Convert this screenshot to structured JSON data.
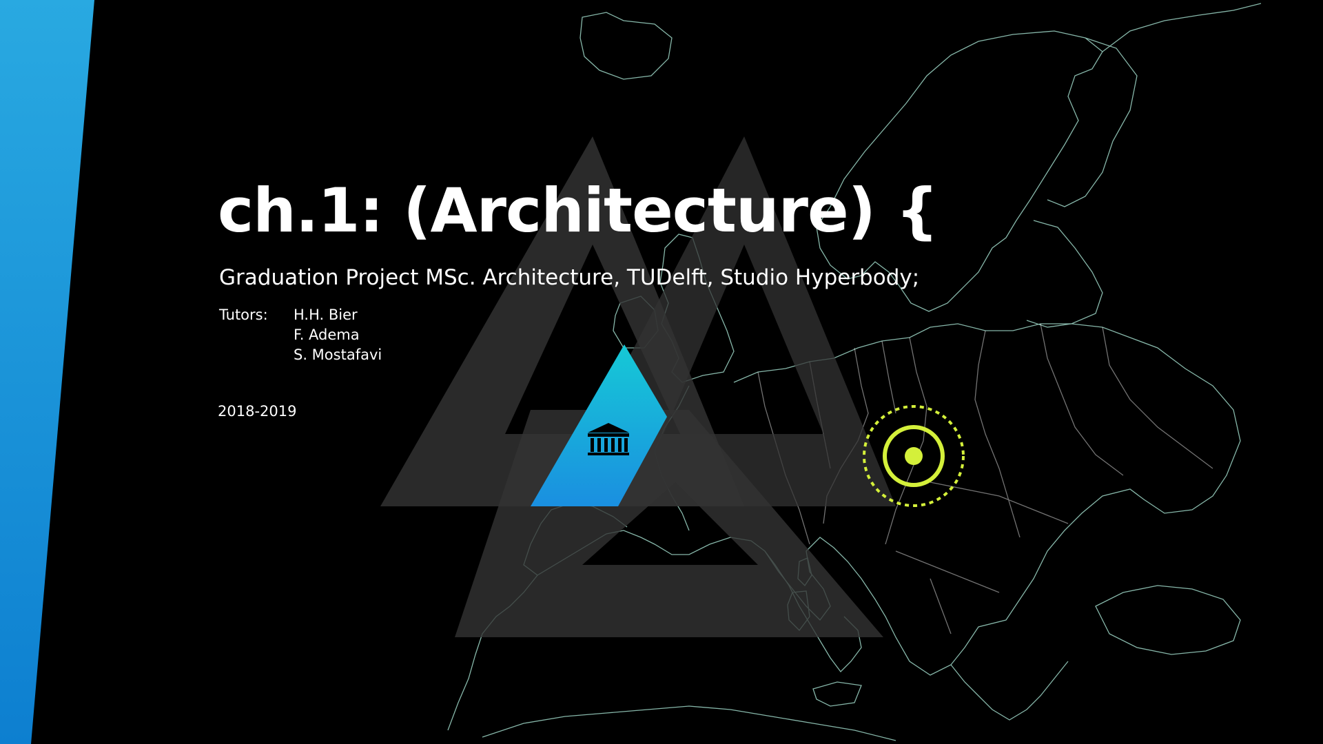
{
  "slide": {
    "title": "ch.1: (Architecture) {",
    "subtitle": "Graduation Project MSc. Architecture, TUDelft, Studio Hyperbody;",
    "tutors_label": "Tutors:",
    "tutors": [
      "H.H. Bier",
      "F. Adema",
      "S. Mostafavi"
    ],
    "year": "2018-2019"
  },
  "graphics": {
    "background_map": "europe-map-outline",
    "logo": "triangle-knot-logo",
    "institution_icon": "classical-building-icon",
    "location_marker": "target-marker-icon"
  },
  "colors": {
    "background": "#000000",
    "blue_band_top": "#29a9e1",
    "blue_band_bottom": "#0d7fd0",
    "logo_triangle_dark": "#333333",
    "logo_triangle_cyan": "#16c9d6",
    "logo_triangle_blue": "#1a8fe0",
    "marker": "#d4f03a",
    "map_lines": "#9fd8c8"
  }
}
